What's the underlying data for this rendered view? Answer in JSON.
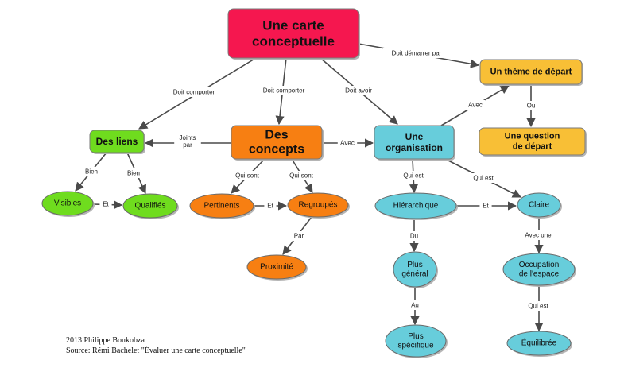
{
  "colors": {
    "main": "#f5174f",
    "concepts": "#f77f12",
    "links": "#6fdc1e",
    "organisation": "#67cddb",
    "start": "#f8bf36",
    "edge": "#4a4a4a"
  },
  "nodes": {
    "main": [
      "Une carte",
      "conceptuelle"
    ],
    "liens": [
      "Des liens"
    ],
    "concepts": [
      "Des",
      "concepts"
    ],
    "organisation": [
      "Une",
      "organisation"
    ],
    "theme": [
      "Un thème de départ"
    ],
    "question": [
      "Une question",
      "de départ"
    ],
    "visibles": [
      "Visibles"
    ],
    "qualifies": [
      "Qualifiés"
    ],
    "pertinents": [
      "Pertinents"
    ],
    "regroupes": [
      "Regroupés"
    ],
    "proximite": [
      "Proximité"
    ],
    "hierarchique": [
      "Hiérarchique"
    ],
    "claire": [
      "Claire"
    ],
    "plus_general": [
      "Plus",
      "général"
    ],
    "occupation": [
      "Occupation",
      "de l'espace"
    ],
    "plus_specifique": [
      "Plus",
      "spécifique"
    ],
    "equilibree": [
      "Équilibrée"
    ]
  },
  "edge_labels": {
    "doit_comporter_1": [
      "Doit comporter"
    ],
    "doit_comporter_2": [
      "Doit comporter"
    ],
    "doit_avoir": [
      "Doit avoir"
    ],
    "doit_demarrer": [
      "Doit démarrer par"
    ],
    "joints_par": [
      "Joints",
      "par"
    ],
    "avec_concepts": [
      "Avec"
    ],
    "avec_org": [
      "Avec"
    ],
    "ou": [
      "Ou"
    ],
    "bien_1": [
      "Bien"
    ],
    "bien_2": [
      "Bien"
    ],
    "et_liens": [
      "Et"
    ],
    "qui_sont_1": [
      "Qui sont"
    ],
    "qui_sont_2": [
      "Qui sont"
    ],
    "et_concepts": [
      "Et"
    ],
    "par": [
      "Par"
    ],
    "qui_est_1": [
      "Qui est"
    ],
    "qui_est_2": [
      "Qui est"
    ],
    "et_org": [
      "Et"
    ],
    "du": [
      "Du"
    ],
    "au": [
      "Au"
    ],
    "avec_une": [
      "Avec une"
    ],
    "qui_est_3": [
      "Qui est"
    ]
  },
  "credits": {
    "line1": "2013 Philippe Boukobza",
    "line2": "Source: Rémi Bachelet \"Évaluer une carte conceptuelle\""
  }
}
